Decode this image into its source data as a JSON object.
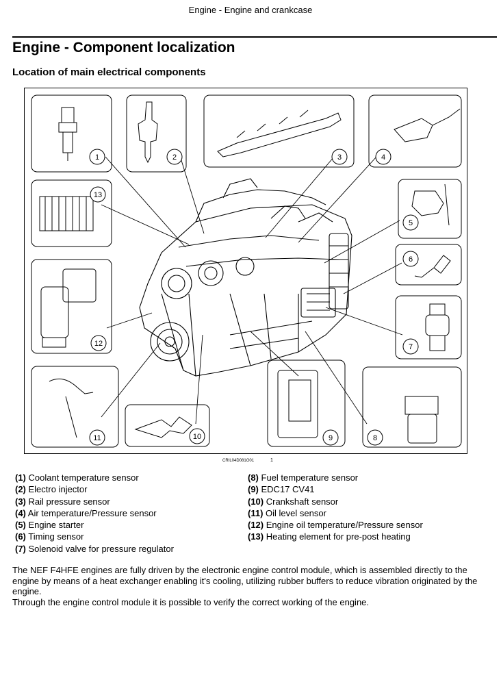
{
  "running_head": "Engine - Engine and crankcase",
  "title": "Engine - Component localization",
  "subtitle": "Location of main electrical components",
  "figure": {
    "code": "CRIL04D081G01",
    "number": "1",
    "callouts": [
      "1",
      "2",
      "3",
      "4",
      "5",
      "6",
      "7",
      "8",
      "9",
      "10",
      "11",
      "12",
      "13"
    ]
  },
  "legend": [
    {
      "num": "(1)",
      "text": " Coolant temperature sensor"
    },
    {
      "num": "(2)",
      "text": " Electro injector"
    },
    {
      "num": "(3)",
      "text": " Rail pressure sensor"
    },
    {
      "num": "(4)",
      "text": " Air temperature/Pressure sensor"
    },
    {
      "num": "(5)",
      "text": " Engine starter"
    },
    {
      "num": "(6)",
      "text": " Timing sensor"
    },
    {
      "num": "(7)",
      "text": " Solenoid valve for pressure regulator"
    },
    {
      "num": "(8)",
      "text": " Fuel temperature sensor"
    },
    {
      "num": "(9)",
      "text": " EDC17 CV41"
    },
    {
      "num": "(10)",
      "text": " Crankshaft sensor"
    },
    {
      "num": "(11)",
      "text": " Oil level sensor"
    },
    {
      "num": "(12)",
      "text": " Engine oil temperature/Pressure sensor"
    },
    {
      "num": "(13)",
      "text": " Heating element for pre-post heating"
    }
  ],
  "paragraphs": [
    "The NEF F4HFE engines are fully driven by the electronic engine control module, which is assembled directly to the engine by means of a heat exchanger enabling it's cooling, utilizing rubber buffers to reduce vibration originated by the engine.",
    "Through the engine control module it is possible to verify the correct working of the engine."
  ]
}
